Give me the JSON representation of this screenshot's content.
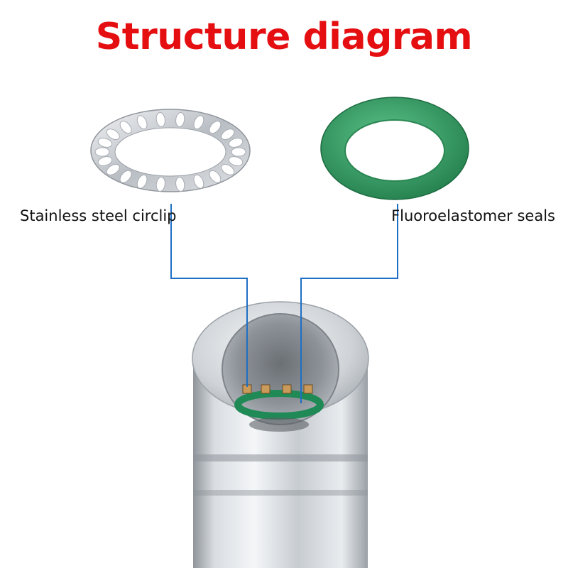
{
  "title": "Structure diagram",
  "callouts": {
    "circlip": "Stainless steel circlip",
    "seals": "Fluoroelastomer seals"
  },
  "colors": {
    "title": "#e50f12",
    "leader_line": "#1f6fc4",
    "seal_green": "#2f9a5f",
    "steel": "#c9cdd2"
  }
}
